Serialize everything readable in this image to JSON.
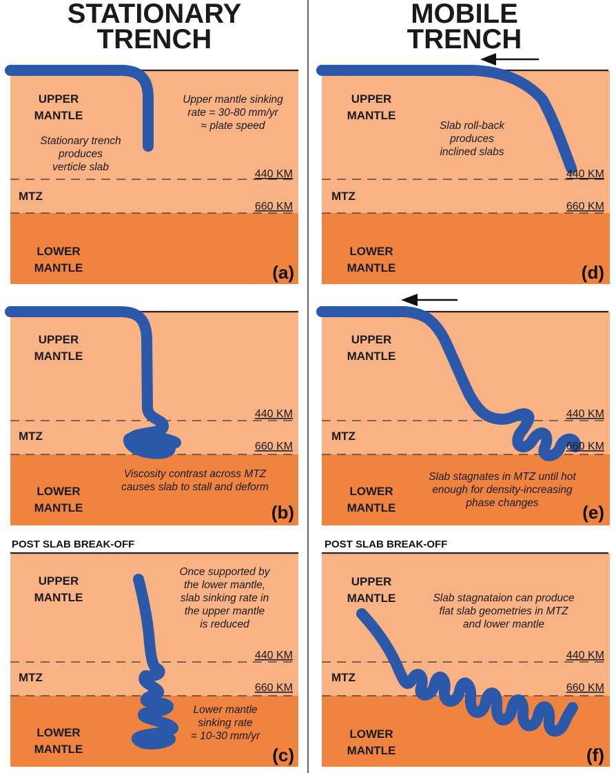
{
  "headers": {
    "left_line1": "STATIONARY",
    "left_line2": "TRENCH",
    "right_line1": "MOBILE",
    "right_line2": "TRENCH"
  },
  "zones": {
    "upper1": "UPPER",
    "upper2": "MANTLE",
    "mtz": "MTZ",
    "lower1": "LOWER",
    "lower2": "MANTLE",
    "d440": "440 KM",
    "d660": "660 KM"
  },
  "post_break_off": "POST SLAB BREAK-OFF",
  "colors": {
    "upper_mantle": "#f8b283",
    "mtz": "#f8b283",
    "lower_mantle": "#ef8340",
    "slab": "#2b58a8"
  },
  "panels": {
    "a": {
      "label": "(a)",
      "notes": [
        "Upper mantle sinking",
        "rate = 30-80 mm/yr",
        "≈ plate speed",
        "Stationary trench",
        "produces",
        "verticle slab"
      ]
    },
    "b": {
      "label": "(b)",
      "notes": [
        "Viscosity contrast across MTZ",
        "causes slab to stall and deform"
      ]
    },
    "c": {
      "label": "(c)",
      "notes": [
        "Once supported by",
        "the lower mantle,",
        "slab sinking rate in",
        "the upper mantle",
        "is reduced",
        "Lower mantle",
        "sinking rate",
        "= 10-30 mm/yr"
      ]
    },
    "d": {
      "label": "(d)",
      "notes": [
        "Slab roll-back",
        "produces",
        "inclined slabs"
      ]
    },
    "e": {
      "label": "(e)",
      "notes": [
        "Slab stagnates in MTZ until hot",
        "enough for density-increasing",
        "phase changes"
      ]
    },
    "f": {
      "label": "(f)",
      "notes": [
        "Slab stagnataion can produce",
        "flat slab geometries in MTZ",
        "and lower mantle"
      ]
    }
  }
}
